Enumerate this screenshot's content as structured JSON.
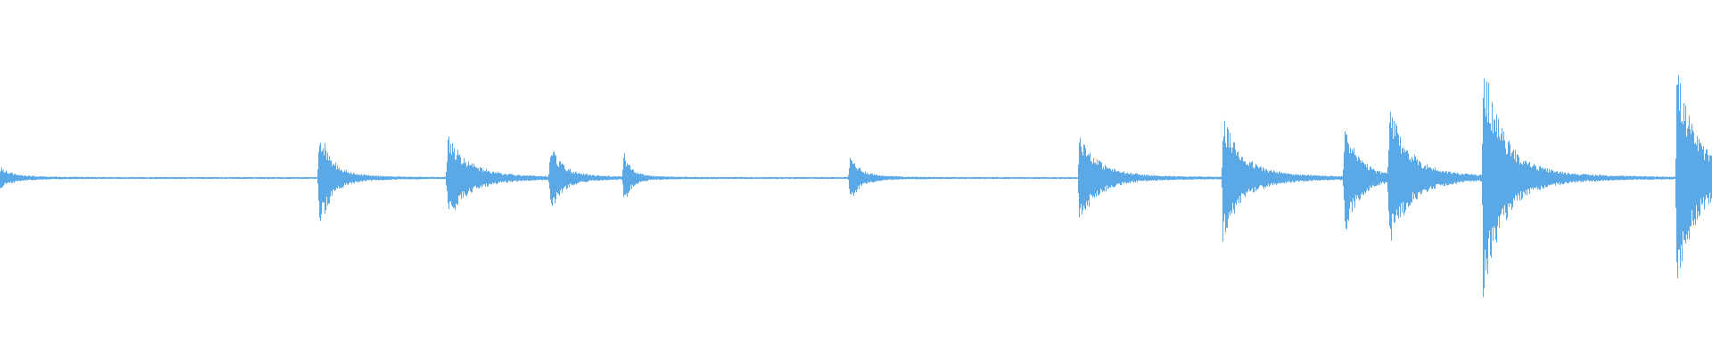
{
  "waveform": {
    "color": "#5aa9e6",
    "background": "#ffffff",
    "duration": 1,
    "baseline_amplitude": 0.006,
    "onsets": [
      {
        "t": 0.0,
        "peak": 0.05,
        "decay": 0.02
      },
      {
        "t": 0.186,
        "peak": 0.27,
        "decay": 0.018
      },
      {
        "t": 0.261,
        "peak": 0.22,
        "decay": 0.03
      },
      {
        "t": 0.321,
        "peak": 0.17,
        "decay": 0.018
      },
      {
        "t": 0.364,
        "peak": 0.14,
        "decay": 0.01
      },
      {
        "t": 0.496,
        "peak": 0.12,
        "decay": 0.016
      },
      {
        "t": 0.63,
        "peak": 0.23,
        "decay": 0.028
      },
      {
        "t": 0.714,
        "peak": 0.3,
        "decay": 0.03
      },
      {
        "t": 0.785,
        "peak": 0.29,
        "decay": 0.02
      },
      {
        "t": 0.811,
        "peak": 0.34,
        "decay": 0.03
      },
      {
        "t": 0.866,
        "peak": 0.58,
        "decay": 0.03
      },
      {
        "t": 0.979,
        "peak": 0.55,
        "decay": 0.03
      }
    ]
  }
}
